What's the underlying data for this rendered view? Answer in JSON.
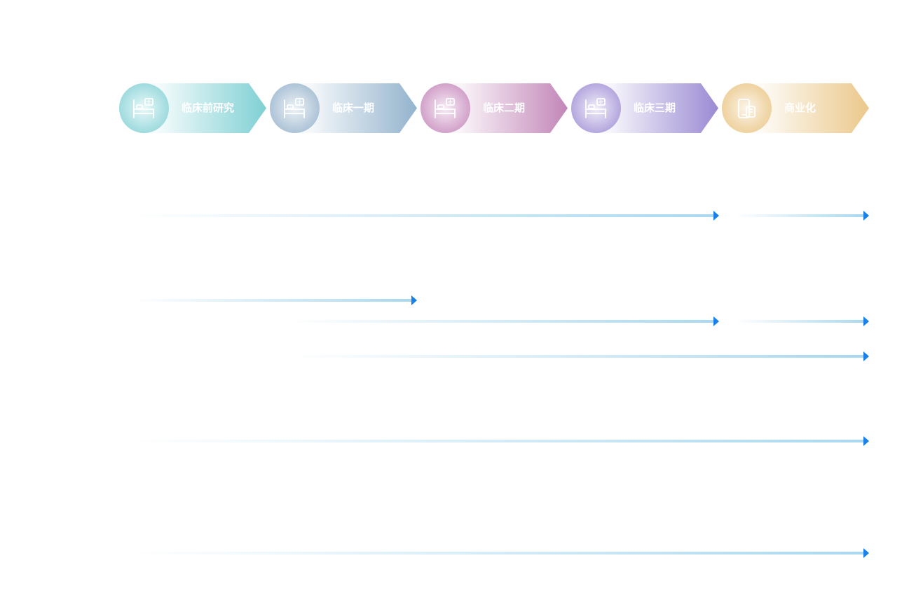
{
  "stages": [
    {
      "label": "临床前研究",
      "icon": "hospital-bed-icon",
      "color": "#7fd0d4",
      "bubble_light": "#eaf8f9",
      "bubble_dark": "#a9dfe2"
    },
    {
      "label": "临床一期",
      "icon": "hospital-bed-icon",
      "color": "#93b3cd",
      "bubble_light": "#eef3f7",
      "bubble_dark": "#b6cadb"
    },
    {
      "label": "临床二期",
      "icon": "hospital-bed-icon",
      "color": "#c286b8",
      "bubble_light": "#f7ecf5",
      "bubble_dark": "#d7acd0"
    },
    {
      "label": "临床三期",
      "icon": "hospital-bed-icon",
      "color": "#9a8ad3",
      "bubble_light": "#f1eef9",
      "bubble_dark": "#bdb1e2"
    },
    {
      "label": "商业化",
      "icon": "phone-device-icon",
      "color": "#ebc88b",
      "bubble_light": "#fcf5e9",
      "bubble_dark": "#f0d6a8"
    }
  ],
  "progress_rows": [
    {
      "segments": [
        {
          "from_stage": 1,
          "to_stage": 4
        },
        {
          "from_stage": 5,
          "to_stage": 5
        }
      ]
    },
    {
      "segments": [
        {
          "from_stage": 1,
          "to_stage": 2
        }
      ]
    },
    {
      "segments": [
        {
          "from_stage": 2,
          "to_stage": 4
        },
        {
          "from_stage": 5,
          "to_stage": 5
        }
      ]
    },
    {
      "segments": [
        {
          "from_stage": 2,
          "to_stage": 5
        }
      ]
    },
    {
      "segments": [
        {
          "from_stage": 1,
          "to_stage": 5
        }
      ]
    },
    {
      "segments": [
        {
          "from_stage": 1,
          "to_stage": 5
        }
      ]
    }
  ],
  "colors": {
    "arrow": "#1a7fe8",
    "line": "#a9d8ef"
  }
}
